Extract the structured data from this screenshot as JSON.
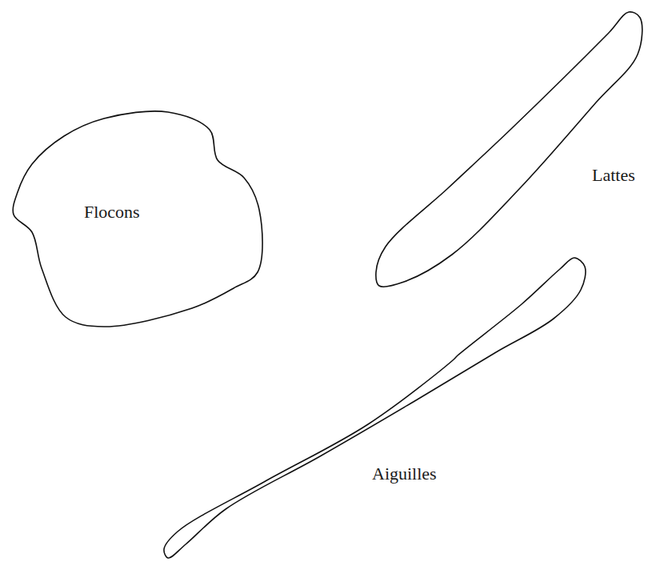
{
  "diagram": {
    "nodes": [
      {
        "text": [
          "Flocons"
        ]
      },
      {
        "text": [
          "Lattes"
        ]
      },
      {
        "text": [
          "Aiguilles"
        ]
      }
    ]
  }
}
